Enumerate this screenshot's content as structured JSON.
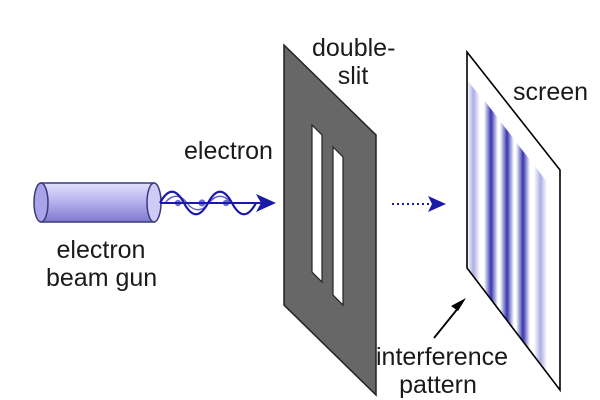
{
  "labels": {
    "electron": "electron",
    "gun_line1": "electron",
    "gun_line2": "beam gun",
    "slit_line1": "double-",
    "slit_line2": "slit",
    "screen": "screen",
    "pattern_line1": "interference",
    "pattern_line2": "pattern"
  },
  "colors": {
    "gun_fill": "#b9b4f0",
    "gun_stroke": "#3a3a7a",
    "arrow": "#1a1aa8",
    "wave": "#1a1aa8",
    "slit_panel": "#666666",
    "slit_edge": "#222222",
    "screen_band": "#3535b0",
    "outline": "#000000"
  }
}
